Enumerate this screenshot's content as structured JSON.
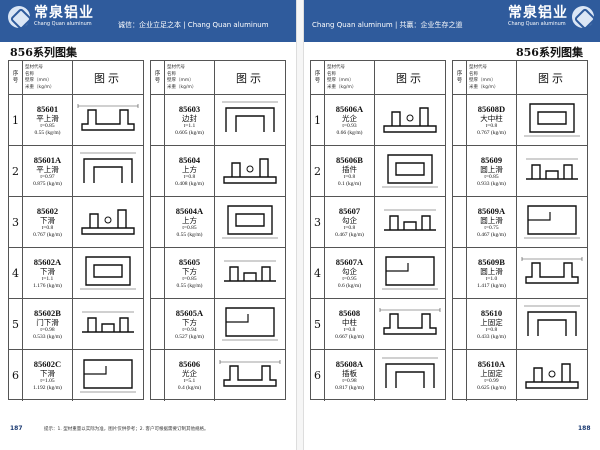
{
  "left_banner": {
    "logo_cn": "常泉铝业",
    "logo_en": "Chang Quan aluminum",
    "slogan": "诚信：企业立足之本 | Chang Quan aluminum"
  },
  "right_banner": {
    "logo_cn": "常泉铝业",
    "logo_en": "Chang Quan aluminum",
    "slogan": "Chang Quan aluminum | 共赢：企业生存之道"
  },
  "series_title_left": "856系列图集",
  "series_title_right": "856系列图集",
  "header": {
    "seq": [
      "序",
      "号"
    ],
    "info": [
      "型材代号",
      "名称",
      "壁厚（mm）",
      "米重（kg/m）"
    ],
    "figure": "图示"
  },
  "tables": [
    {
      "rows": [
        {
          "seq": "1",
          "code": "85601",
          "name": "平上滑",
          "thickness": "t=0.85",
          "weight": "0.55 (kg/m)",
          "icon": "profile-85601"
        },
        {
          "seq": "2",
          "code": "85601A",
          "name": "平上滑",
          "thickness": "t=0.97",
          "weight": "0.875 (kg/m)",
          "icon": "profile-85601A"
        },
        {
          "seq": "3",
          "code": "85602",
          "name": "下滑",
          "thickness": "t=0.8",
          "weight": "0.767 (kg/m)",
          "icon": "profile-85602"
        },
        {
          "seq": "4",
          "code": "85602A",
          "name": "下滑",
          "thickness": "t=1.1",
          "weight": "1.176 (kg/m)",
          "icon": "profile-85602A"
        },
        {
          "seq": "5",
          "code": "85602B",
          "name": "门下滑",
          "thickness": "t=0.98",
          "weight": "0.533 (kg/m)",
          "icon": "profile-85602B"
        },
        {
          "seq": "6",
          "code": "85602C",
          "name": "下滑",
          "thickness": "t=1.05",
          "weight": "1.192 (kg/m)",
          "icon": "profile-85602C"
        }
      ]
    },
    {
      "rows": [
        {
          "code": "85603",
          "name": "边封",
          "thickness": "t=1.1",
          "weight": "0.605 (kg/m)",
          "icon": "profile-85603"
        },
        {
          "code": "85604",
          "name": "上方",
          "thickness": "t=0.8",
          "weight": "0.408 (kg/m)",
          "icon": "profile-85604"
        },
        {
          "code": "85604A",
          "name": "上方",
          "thickness": "t=0.85",
          "weight": "0.55 (kg/m)",
          "icon": "profile-85604A"
        },
        {
          "code": "85605",
          "name": "下方",
          "thickness": "t=0.85",
          "weight": "0.55 (kg/m)",
          "icon": "profile-85605"
        },
        {
          "code": "85605A",
          "name": "下方",
          "thickness": "t=0.94",
          "weight": "0.527 (kg/m)",
          "icon": "profile-85605A"
        },
        {
          "code": "85606",
          "name": "光企",
          "thickness": "t=5.1",
          "weight": "0.4 (kg/m)",
          "icon": "profile-85606"
        }
      ]
    },
    {
      "rows": [
        {
          "seq": "1",
          "code": "85606A",
          "name": "光企",
          "thickness": "t=0.93",
          "weight": "0.66 (kg/m)",
          "icon": "profile-85606A"
        },
        {
          "seq": "2",
          "code": "85606B",
          "name": "插件",
          "thickness": "t=0.8",
          "weight": "0.1 (kg/m)",
          "icon": "profile-85606B"
        },
        {
          "seq": "3",
          "code": "85607",
          "name": "勾企",
          "thickness": "t=0.8",
          "weight": "0.467 (kg/m)",
          "icon": "profile-85607"
        },
        {
          "seq": "4",
          "code": "85607A",
          "name": "勾企",
          "thickness": "t=0.95",
          "weight": "0.6 (kg/m)",
          "icon": "profile-85607A"
        },
        {
          "seq": "5",
          "code": "85608",
          "name": "中柱",
          "thickness": "t=0.8",
          "weight": "0.667 (kg/m)",
          "icon": "profile-85608"
        },
        {
          "seq": "6",
          "code": "85608A",
          "name": "插板",
          "thickness": "t=0.98",
          "weight": "0.817 (kg/m)",
          "icon": "profile-85608A"
        }
      ]
    },
    {
      "rows": [
        {
          "code": "85608D",
          "name": "大中柱",
          "thickness": "t=0.8",
          "weight": "0.767 (kg/m)",
          "icon": "profile-85608D"
        },
        {
          "code": "85609",
          "name": "圆上滑",
          "thickness": "t=0.85",
          "weight": "0.933 (kg/m)",
          "icon": "profile-85609"
        },
        {
          "code": "85609A",
          "name": "圆上滑",
          "thickness": "t=0.75",
          "weight": "0.467 (kg/m)",
          "icon": "profile-85609A"
        },
        {
          "code": "85609B",
          "name": "圆上滑",
          "thickness": "t=1.0",
          "weight": "1.417 (kg/m)",
          "icon": "profile-85609B"
        },
        {
          "code": "85610",
          "name": "上固定",
          "thickness": "t=0.8",
          "weight": "0.433 (kg/m)",
          "icon": "profile-85610"
        },
        {
          "code": "85610A",
          "name": "上固定",
          "thickness": "t=0.99",
          "weight": "0.625 (kg/m)",
          "icon": "profile-85610A"
        }
      ]
    }
  ],
  "page_left": "187",
  "page_right": "188",
  "footnote": "提示：1. 型材重量以实际为准，图片仅供参考；2. 客户可根据需要订制其他规格。"
}
